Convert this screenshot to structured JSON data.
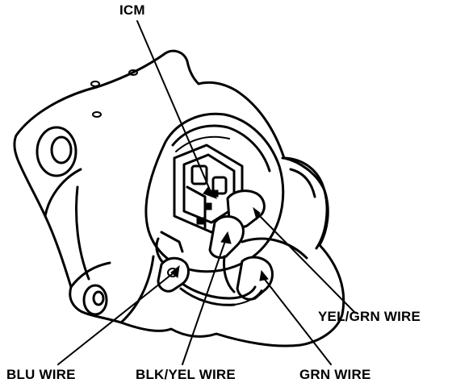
{
  "labels": {
    "icm": "ICM",
    "yel_grn": "YEL/GRN WIRE",
    "blu": "BLU WIRE",
    "blk_yel": "BLK/YEL WIRE",
    "grn": "GRN WIRE"
  },
  "colors": {
    "ink": "#000000",
    "paper": "#ffffff"
  }
}
